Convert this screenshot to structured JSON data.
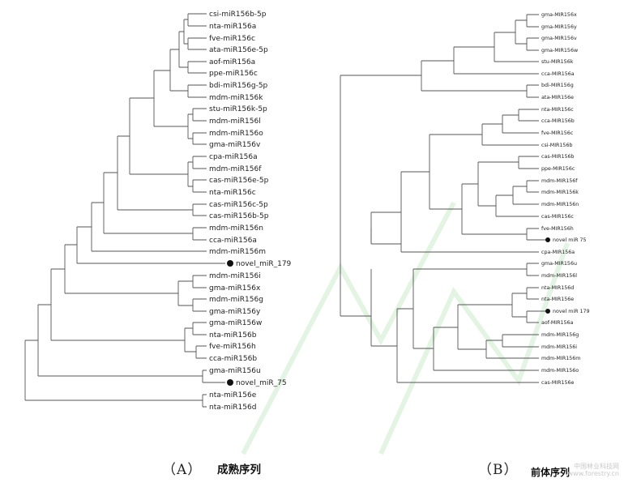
{
  "panel_a": {
    "caption_letter": "（A）",
    "caption_text": "成熟序列",
    "leaves": [
      "csi-miR156b-5p",
      "nta-miR156a",
      "fve-miR156c",
      "ata-miR156e-5p",
      "aof-miR156a",
      "ppe-miR156c",
      "bdi-miR156g-5p",
      "mdm-miR156k",
      "stu-miR156k-5p",
      "mdm-miR156l",
      "mdm-miR156o",
      "gma-miR156v",
      "cpa-miR156a",
      "mdm-miR156f",
      "cas-miR156e-5p",
      "nta-miR156c",
      "cas-miR156c-5p",
      "cas-miR156b-5p",
      "mdm-miR156n",
      "cca-miR156a",
      "mdm-miR156m",
      "novel_miR_179",
      "mdm-miR156i",
      "gma-miR156x",
      "mdm-miR156g",
      "gma-miR156y",
      "gma-miR156w",
      "nta-miR156b",
      "fve-miR156h",
      "cca-miR156b",
      "gma-miR156u",
      "novel_miR_75",
      "nta-miR156e",
      "nta-miR156d"
    ],
    "novel_marked": [
      "novel_miR_179",
      "novel_miR_75"
    ]
  },
  "panel_b": {
    "caption_letter": "（B）",
    "caption_text": "前体序列",
    "leaves": [
      "gma-MIR156x",
      "gma-MIR156y",
      "gma-MIR156v",
      "gma-MIR156w",
      "stu-MIR156k",
      "cca-MIR156a",
      "bdi-MIR156g",
      "ata-MIR156e",
      "nta-MIR156c",
      "cca-MIR156b",
      "fve-MIR156c",
      "csi-MIR156b",
      "cas-MIR156b",
      "ppe-MIR156c",
      "mdm-MIR156f",
      "mdm-MIR156k",
      "mdm-MIR156n",
      "cas-MIR156c",
      "fve-MIR156h",
      "novel miR 75",
      "cpa-MIR156a",
      "gma-MIR156u",
      "mdm-MIR156l",
      "nta-MIR156d",
      "nta-MIR156e",
      "novel miR 179",
      "aof-MIR156a",
      "mdm-MIR156g",
      "mdm-MIR156i",
      "mdm-MIR156m",
      "mdm-MIR156o",
      "cas-MIR156e"
    ],
    "novel_marked": [
      "novel miR 75",
      "novel miR 179"
    ]
  },
  "watermark": [
    "中国林业科技网",
    "www.forestry.cn"
  ]
}
